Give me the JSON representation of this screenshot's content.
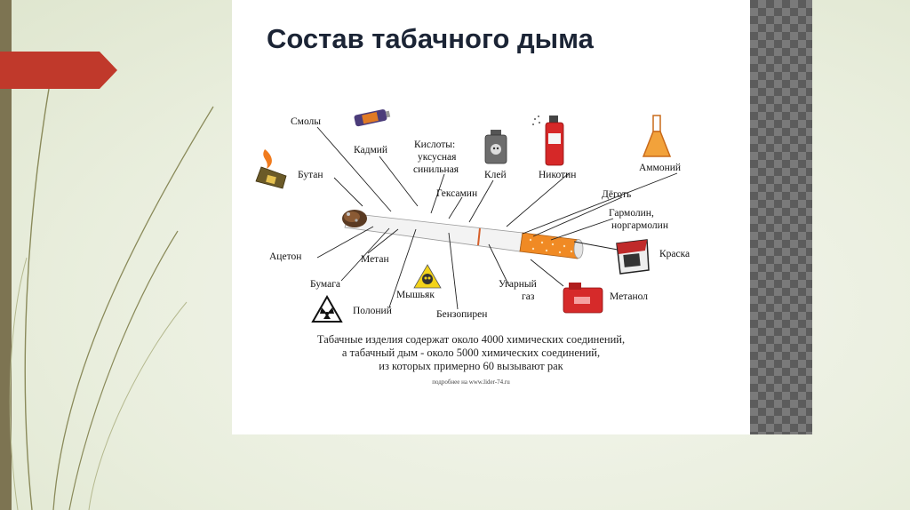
{
  "title": "Состав табачного дыма",
  "labels": {
    "smoly": "Смолы",
    "kadmiy": "Кадмий",
    "kisloty_1": "Кислоты:",
    "kisloty_2": "уксусная",
    "kisloty_3": "синильная",
    "kley": "Клей",
    "nikotin": "Никотин",
    "ammoniy": "Аммоний",
    "butan": "Бутан",
    "geksamin": "Гексамин",
    "degot": "Дёготь",
    "garmolin_1": "Гармолин,",
    "garmolin_2": "норгармолин",
    "kraska": "Краска",
    "aceton": "Ацетон",
    "metan": "Метан",
    "bumaga": "Бумага",
    "myshyak": "Мышьяк",
    "ugarny_1": "Угарный",
    "ugarny_2": "газ",
    "metanol": "Метанол",
    "poloniy": "Полоний",
    "benzopiren": "Бензопирен"
  },
  "note": {
    "line1": "Табачные изделия содержат около 4000 химических соединений,",
    "line2": "а табачный дым - около 5000 химических соединений,",
    "line3": "из которых примерно 60 вызывают рак",
    "source": "подробнее на www.lider-74.ru"
  },
  "colors": {
    "accent_tab": "#c0392b",
    "strip": "#7d7452",
    "pattern_dark": "#5c5c5c",
    "pattern_light": "#7a7a7a",
    "filter": "#f08a24"
  },
  "icons": [
    "cadmium-battery-icon",
    "glue-bottle-icon",
    "spray-can-icon",
    "flask-icon",
    "lighter-icon",
    "paint-bucket-icon",
    "skull-icon",
    "fuel-canister-icon",
    "radiation-icon"
  ]
}
